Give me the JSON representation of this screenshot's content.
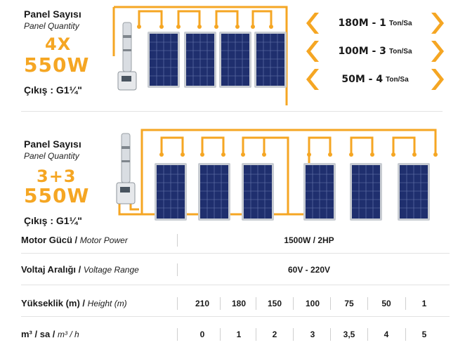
{
  "top": {
    "title_tr": "Panel Sayısı",
    "title_en": "Panel Quantity",
    "count": "4X",
    "power": "550W",
    "outlet": "Çıkış : G1¼\""
  },
  "flows": [
    {
      "head": "180M - 1",
      "unit": "Ton/Sa"
    },
    {
      "head": "100M - 3",
      "unit": "Ton/Sa"
    },
    {
      "head": "50M - 4",
      "unit": "Ton/Sa"
    }
  ],
  "bottom": {
    "title_tr": "Panel Sayısı",
    "title_en": "Panel Quantity",
    "count": "3+3",
    "power": "550W",
    "outlet": "Çıkış : G1¼\""
  },
  "specs": {
    "motor": {
      "label_tr": "Motor Gücü /",
      "label_en": "Motor Power",
      "value": "1500W / 2HP"
    },
    "voltage": {
      "label_tr": "Voltaj Aralığı /",
      "label_en": "Voltage Range",
      "value": "60V - 220V"
    },
    "height": {
      "label_tr": "Yükseklik (m) /",
      "label_en": "Height (m)",
      "values": [
        "210",
        "180",
        "150",
        "100",
        "75",
        "50",
        "1"
      ]
    },
    "flow": {
      "label_tr": "m³ / sa /",
      "label_en": "m³ / h",
      "values": [
        "0",
        "1",
        "2",
        "3",
        "3,5",
        "4",
        "5"
      ]
    }
  },
  "colors": {
    "accent": "#f5a623",
    "panel_cell": "#1f2f6e",
    "panel_frame": "#c8ccd2",
    "text": "#1a1a1a"
  },
  "icons": [
    "solar-panel-icon",
    "submersible-pump-icon",
    "controller-icon",
    "chevron-left-icon",
    "chevron-right-icon"
  ]
}
